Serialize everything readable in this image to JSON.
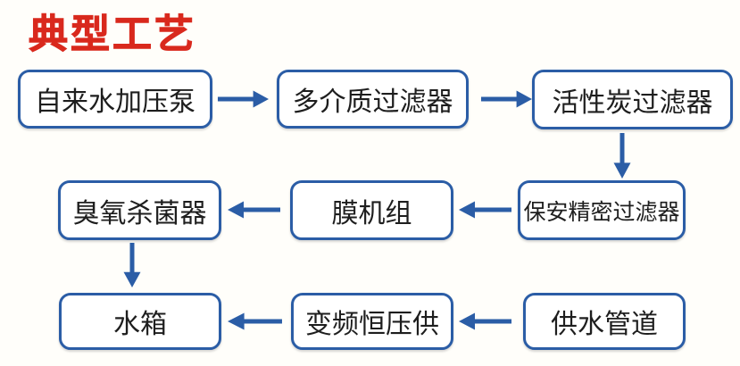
{
  "title": {
    "text": "典型工艺"
  },
  "theme": {
    "accent_blue": "#2b5da6",
    "title_red": "#d9291d",
    "page_background": "#fffefa",
    "box_background": "#ffffff",
    "text_color": "#1e1e1e"
  },
  "flowchart": {
    "nodes": [
      {
        "id": "tap-water-booster-pump",
        "label": "自来水加压泵"
      },
      {
        "id": "multi-media-filter",
        "label": "多介质过滤器"
      },
      {
        "id": "activated-carbon-filter",
        "label": "活性炭过滤器"
      },
      {
        "id": "security-precision-filter",
        "label": "保安精密过滤器"
      },
      {
        "id": "membrane-unit",
        "label": "膜机组"
      },
      {
        "id": "ozone-sterilizer",
        "label": "臭氧杀菌器"
      },
      {
        "id": "water-tank",
        "label": "水箱"
      },
      {
        "id": "vfd-constant-pressure-supply",
        "label": "变频恒压供"
      },
      {
        "id": "water-supply-pipeline",
        "label": "供水管道"
      }
    ],
    "edges": [
      {
        "from": "tap-water-booster-pump",
        "to": "multi-media-filter",
        "direction": "right"
      },
      {
        "from": "multi-media-filter",
        "to": "activated-carbon-filter",
        "direction": "right"
      },
      {
        "from": "activated-carbon-filter",
        "to": "security-precision-filter",
        "direction": "down"
      },
      {
        "from": "security-precision-filter",
        "to": "membrane-unit",
        "direction": "left"
      },
      {
        "from": "membrane-unit",
        "to": "ozone-sterilizer",
        "direction": "left"
      },
      {
        "from": "ozone-sterilizer",
        "to": "water-tank",
        "direction": "down"
      },
      {
        "from": "water-supply-pipeline",
        "to": "vfd-constant-pressure-supply",
        "direction": "left"
      },
      {
        "from": "vfd-constant-pressure-supply",
        "to": "water-tank",
        "direction": "left"
      }
    ]
  }
}
